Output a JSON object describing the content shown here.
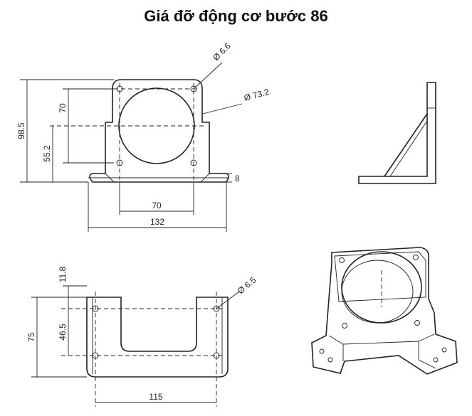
{
  "title": "Giá đỡ động cơ bước 86",
  "dimensions": {
    "front_hole_dia": "Ø 6.6",
    "front_circle_dia": "Ø 73.2",
    "front_hole_spacing_v": "70",
    "front_height_total": "98.5",
    "front_center_height": "55.2",
    "front_thickness": "8",
    "front_hole_spacing_h": "70",
    "front_width_total": "132",
    "bottom_offset": "11.8",
    "bottom_depth": "75",
    "bottom_hole_spacing_v": "46.5",
    "bottom_hole_dia": "Ø 6.5",
    "bottom_width": "115"
  }
}
